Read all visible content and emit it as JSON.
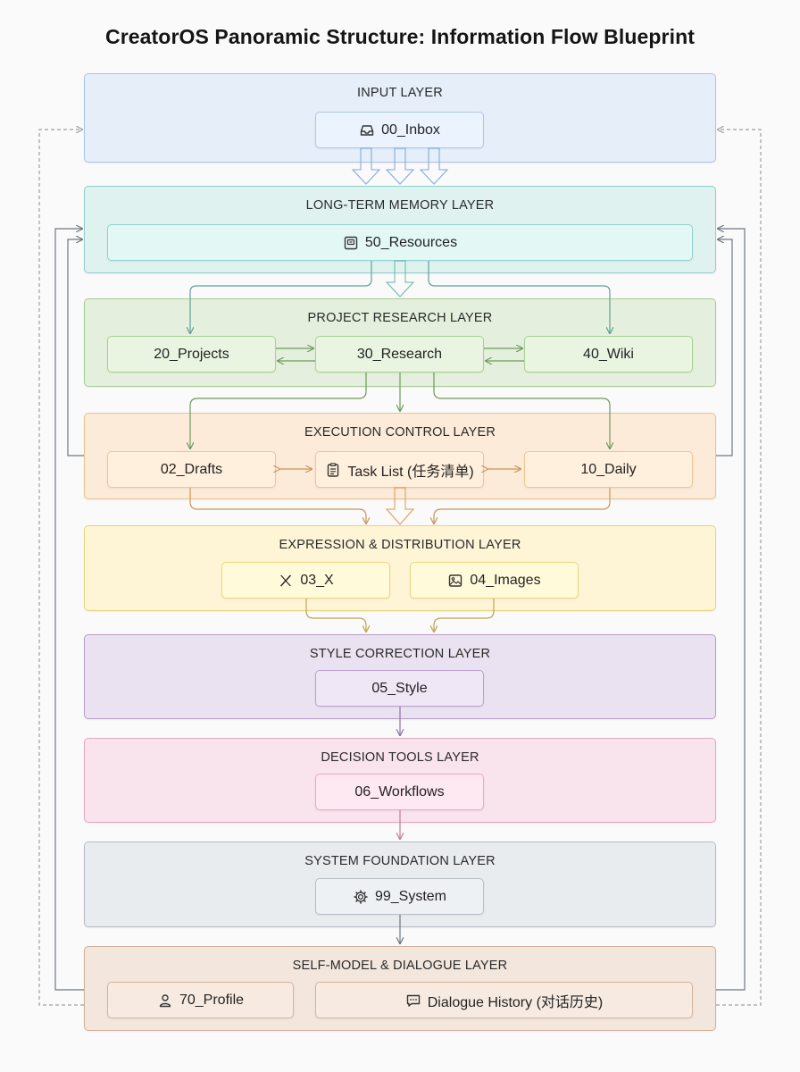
{
  "title": "CreatorOS Panoramic Structure: Information Flow Blueprint",
  "colors": {
    "input": {
      "bg": "#e6eef9",
      "border": "#a9c3e6"
    },
    "memory": {
      "bg": "#dff2f0",
      "border": "#8ccfcb"
    },
    "research": {
      "bg": "#e4f0dd",
      "border": "#a4cc92"
    },
    "execution": {
      "bg": "#fcebd9",
      "border": "#eac090"
    },
    "expression": {
      "bg": "#fdf5d6",
      "border": "#e8d27c"
    },
    "style": {
      "bg": "#ebe2f1",
      "border": "#b79cc9"
    },
    "decision": {
      "bg": "#f9e3ec",
      "border": "#e3a7bf"
    },
    "system": {
      "bg": "#e9ecef",
      "border": "#b3bac3"
    },
    "self": {
      "bg": "#f2e6dd",
      "border": "#cfb09a"
    }
  },
  "layers": {
    "input": {
      "title": "INPUT LAYER",
      "inbox": "00_Inbox",
      "inbox_icon": "inbox-tray-icon"
    },
    "memory": {
      "title": "LONG-TERM MEMORY LAYER",
      "resources": "50_Resources",
      "resources_icon": "archive-box-icon"
    },
    "research": {
      "title": "PROJECT RESEARCH LAYER",
      "projects": "20_Projects",
      "research": "30_Research",
      "wiki": "40_Wiki"
    },
    "execution": {
      "title": "EXECUTION CONTROL LAYER",
      "drafts": "02_Drafts",
      "tasks": "Task List (任务清单)",
      "tasks_icon": "clipboard-list-icon",
      "daily": "10_Daily"
    },
    "expression": {
      "title": "EXPRESSION & DISTRIBUTION LAYER",
      "x": "03_X",
      "x_icon": "x-logo-icon",
      "images": "04_Images",
      "images_icon": "image-icon"
    },
    "style": {
      "title": "STYLE CORRECTION LAYER",
      "style": "05_Style"
    },
    "decision": {
      "title": "DECISION TOOLS LAYER",
      "workflows": "06_Workflows"
    },
    "system": {
      "title": "SYSTEM FOUNDATION LAYER",
      "system": "99_System",
      "system_icon": "gear-icon"
    },
    "self": {
      "title": "SELF-MODEL & DIALOGUE LAYER",
      "profile": "70_Profile",
      "profile_icon": "user-icon",
      "dialogue": "Dialogue History (对话历史)",
      "dialogue_icon": "chat-bubble-icon"
    }
  }
}
